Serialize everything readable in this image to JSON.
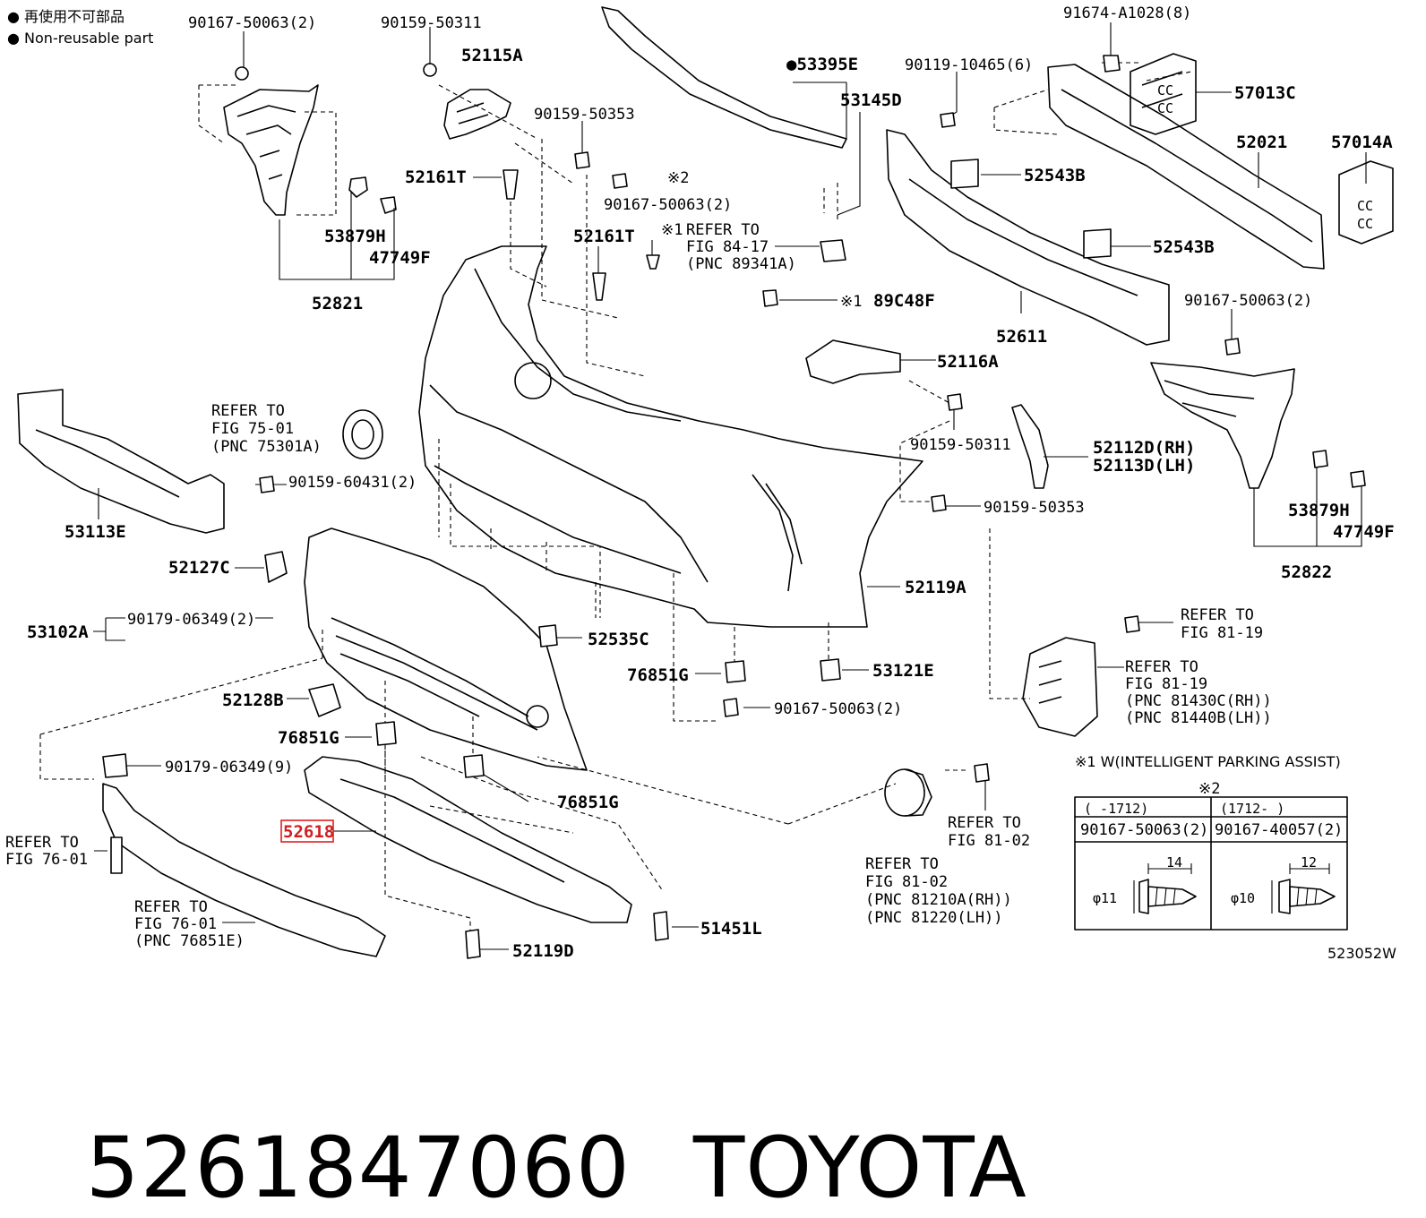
{
  "legend": {
    "line1": "● 再使用不可部品",
    "line2": "● Non-reusable part"
  },
  "footer": {
    "part_number": "5261847060",
    "brand": "TOYOTA"
  },
  "figure_code": "523052W",
  "labels": {
    "p90167_50063_2_top": "90167-50063(2)",
    "p90159_50311_top": "90159-50311",
    "p52115A": "52115A",
    "p90159_50353_top": "90159-50353",
    "p53395E": "●53395E",
    "p53145D": "53145D",
    "p90119_10465_6": "90119-10465(6)",
    "p91674_A1028_8": "91674-A1028(8)",
    "p57013C": "57013C",
    "p52021": "52021",
    "p57014A": "57014A",
    "p52543B_1": "52543B",
    "p52543B_2": "52543B",
    "p52161T_1": "52161T",
    "p52161T_2": "52161T",
    "p90167_50063_2_mid": "90167-50063(2)",
    "mark2_small": "※2",
    "mark1_a": "※1",
    "refer_fig84_1": "REFER TO",
    "refer_fig84_2": "FIG 84-17",
    "refer_fig84_3": "(PNC 89341A)",
    "mark1_b": "※1",
    "p89C48F": "89C48F",
    "p52611": "52611",
    "p90167_50063_2_right": "90167-50063(2)",
    "p53879H_left": "53879H",
    "p47749F_left": "47749F",
    "p52821": "52821",
    "p52116A": "52116A",
    "refer_fig75_1": "REFER TO",
    "refer_fig75_2": "FIG 75-01",
    "refer_fig75_3": "(PNC 75301A)",
    "p90159_50311_mid": "90159-50311",
    "p52112D": "52112D(RH)",
    "p52113D": "52113D(LH)",
    "p90159_60431_2": "90159-60431(2)",
    "p53113E": "53113E",
    "p90159_50353_mid": "90159-50353",
    "p53879H_right": "53879H",
    "p47749F_right": "47749F",
    "p52822": "52822",
    "p52127C": "52127C",
    "p52119A": "52119A",
    "p53102A": "53102A",
    "p90179_06349_2": "90179-06349(2)",
    "p52535C": "52535C",
    "refer_fig81_19a_1": "REFER TO",
    "refer_fig81_19a_2": "FIG 81-19",
    "p76851G_1": "76851G",
    "p53121E": "53121E",
    "refer_fig81_19b_1": "REFER TO",
    "refer_fig81_19b_2": "FIG 81-19",
    "refer_fig81_19b_3": "(PNC 81430C(RH))",
    "refer_fig81_19b_4": "(PNC 81440B(LH))",
    "p52128B": "52128B",
    "p90167_50063_2_low": "90167-50063(2)",
    "p76851G_2": "76851G",
    "p90179_06349_9": "90179-06349(9)",
    "p76851G_3": "76851G",
    "note_w": "※1 W(INTELLIGENT PARKING ASSIST)",
    "p52618": "52618",
    "refer_fig81_02a_1": "REFER TO",
    "refer_fig81_02a_2": "FIG 81-02",
    "refer_fig76_01a_1": "REFER TO",
    "refer_fig76_01a_2": "FIG 76-01",
    "refer_fig81_02b_1": "REFER TO",
    "refer_fig81_02b_2": "FIG 81-02",
    "refer_fig81_02b_3": "(PNC 81210A(RH))",
    "refer_fig81_02b_4": "(PNC 81220(LH))",
    "refer_fig76_01b_1": "REFER TO",
    "refer_fig76_01b_2": "FIG 76-01",
    "refer_fig76_01b_3": "(PNC 76851E)",
    "p51451L": "51451L",
    "p52119D": "52119D"
  },
  "table": {
    "title": "※2",
    "col1_header": "(    -1712)",
    "col2_header": "(1712-    )",
    "col1_part": "90167-50063(2)",
    "col2_part": "90167-40057(2)",
    "col1_length": "14",
    "col2_length": "12",
    "col1_dia": "φ11",
    "col2_dia": "φ10"
  }
}
